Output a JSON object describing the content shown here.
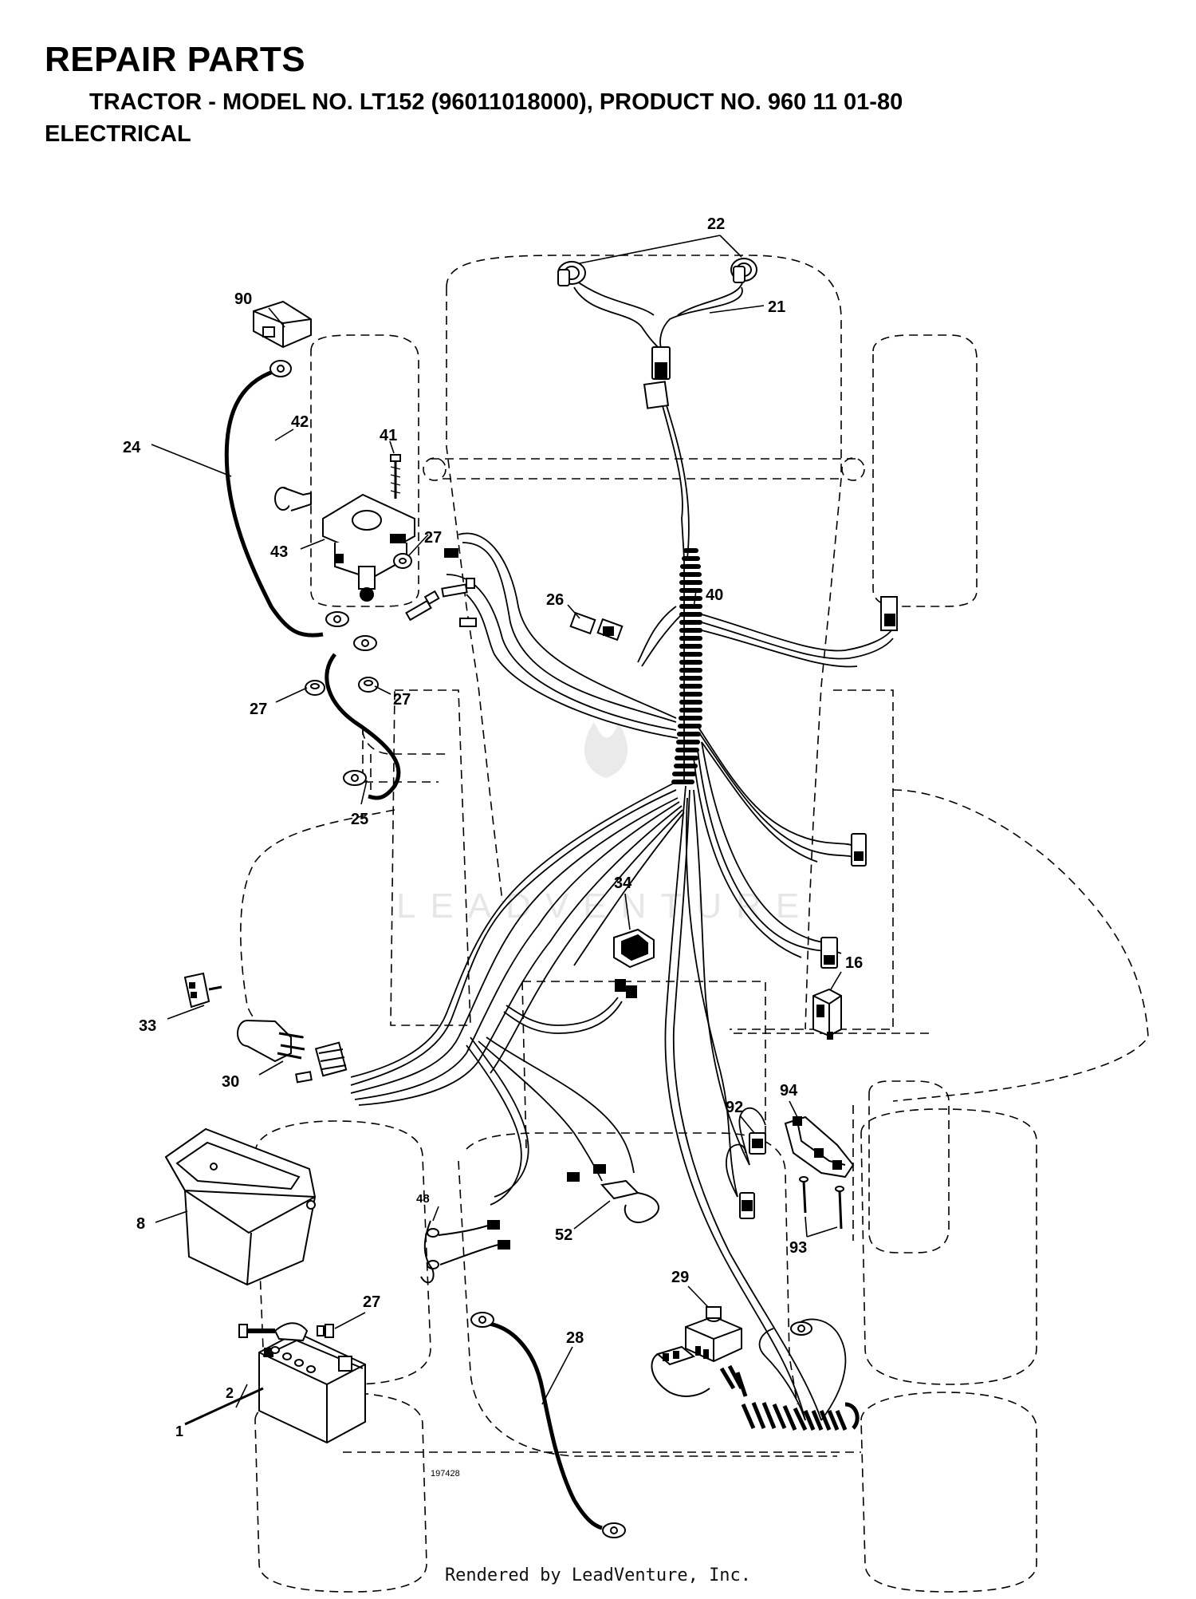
{
  "header": {
    "title": "REPAIR PARTS",
    "model_line": "TRACTOR - MODEL NO. LT152 (96011018000), PRODUCT NO. 960 11 01-80",
    "section": "ELECTRICAL"
  },
  "watermark": "LEADVENTURE",
  "figure_number": "197428",
  "footer": "Rendered by LeadVenture, Inc.",
  "callouts": [
    "1",
    "2",
    "8",
    "16",
    "21",
    "22",
    "24",
    "25",
    "26",
    "27",
    "28",
    "29",
    "30",
    "33",
    "34",
    "40",
    "41",
    "42",
    "43",
    "48",
    "52",
    "90",
    "92",
    "93",
    "94"
  ],
  "colors": {
    "ink": "#000000",
    "watermark": "#c9c9c9"
  }
}
